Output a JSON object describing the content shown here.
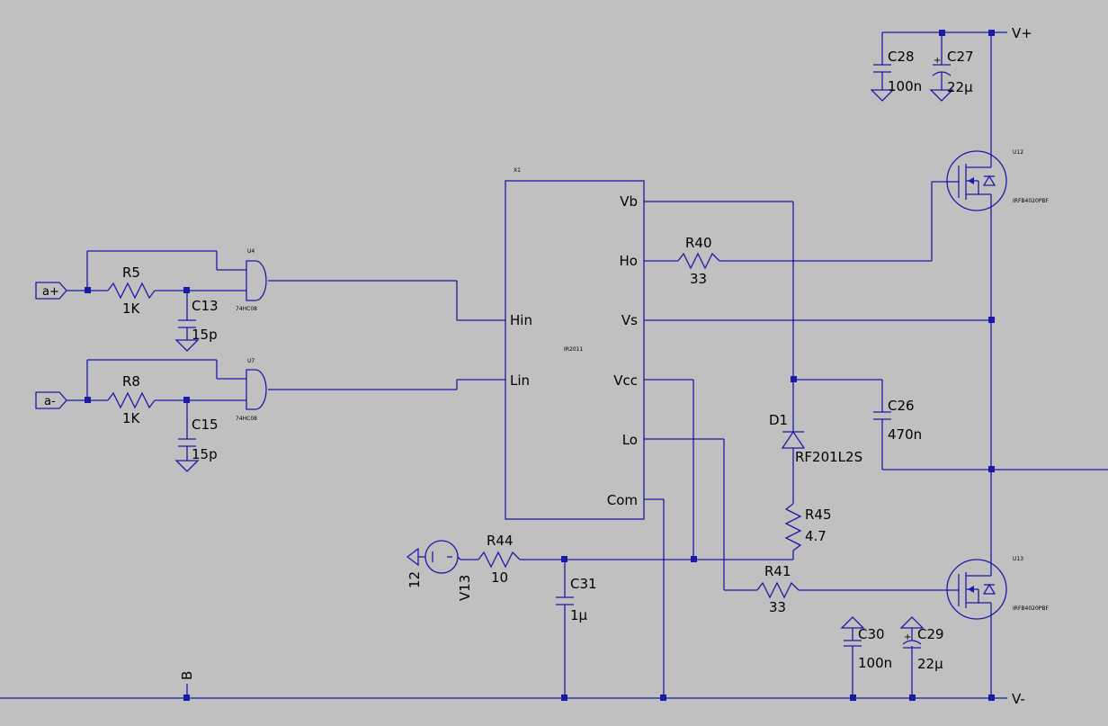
{
  "ic": {
    "ref": "X1",
    "part": "IR2011",
    "pins": {
      "vb": "Vb",
      "ho": "Ho",
      "vs": "Vs",
      "vcc": "Vcc",
      "lo": "Lo",
      "com": "Com",
      "hin": "Hin",
      "lin": "Lin"
    }
  },
  "gates": {
    "u4": {
      "ref": "U4",
      "part": "74HC08"
    },
    "u7": {
      "ref": "U7",
      "part": "74HC08"
    }
  },
  "mosfets": {
    "u12": {
      "ref": "U12",
      "part": "IRFB4020PBF"
    },
    "u13": {
      "ref": "U13",
      "part": "IRFB4020PBF"
    }
  },
  "resistors": {
    "r5": {
      "ref": "R5",
      "value": "1K"
    },
    "r8": {
      "ref": "R8",
      "value": "1K"
    },
    "r40": {
      "ref": "R40",
      "value": "33"
    },
    "r41": {
      "ref": "R41",
      "value": "33"
    },
    "r44": {
      "ref": "R44",
      "value": "10"
    },
    "r45": {
      "ref": "R45",
      "value": "4.7"
    }
  },
  "capacitors": {
    "c13": {
      "ref": "C13",
      "value": "15p"
    },
    "c15": {
      "ref": "C15",
      "value": "15p"
    },
    "c26": {
      "ref": "C26",
      "value": "470n"
    },
    "c27": {
      "ref": "C27",
      "value": "22µ"
    },
    "c28": {
      "ref": "C28",
      "value": "100n"
    },
    "c29": {
      "ref": "C29",
      "value": "22µ"
    },
    "c30": {
      "ref": "C30",
      "value": "100n"
    },
    "c31": {
      "ref": "C31",
      "value": "1µ"
    }
  },
  "diode": {
    "ref": "D1",
    "part": "RF201L2S"
  },
  "source": {
    "ref": "V13",
    "value": "12"
  },
  "ports": {
    "a_plus": "a+",
    "a_minus": "a-"
  },
  "nets": {
    "v_plus": "V+",
    "v_minus": "V-",
    "b": "B"
  },
  "colors": {
    "background": "#c0c0c0",
    "wire": "#1a1aa6",
    "text": "#000000"
  }
}
